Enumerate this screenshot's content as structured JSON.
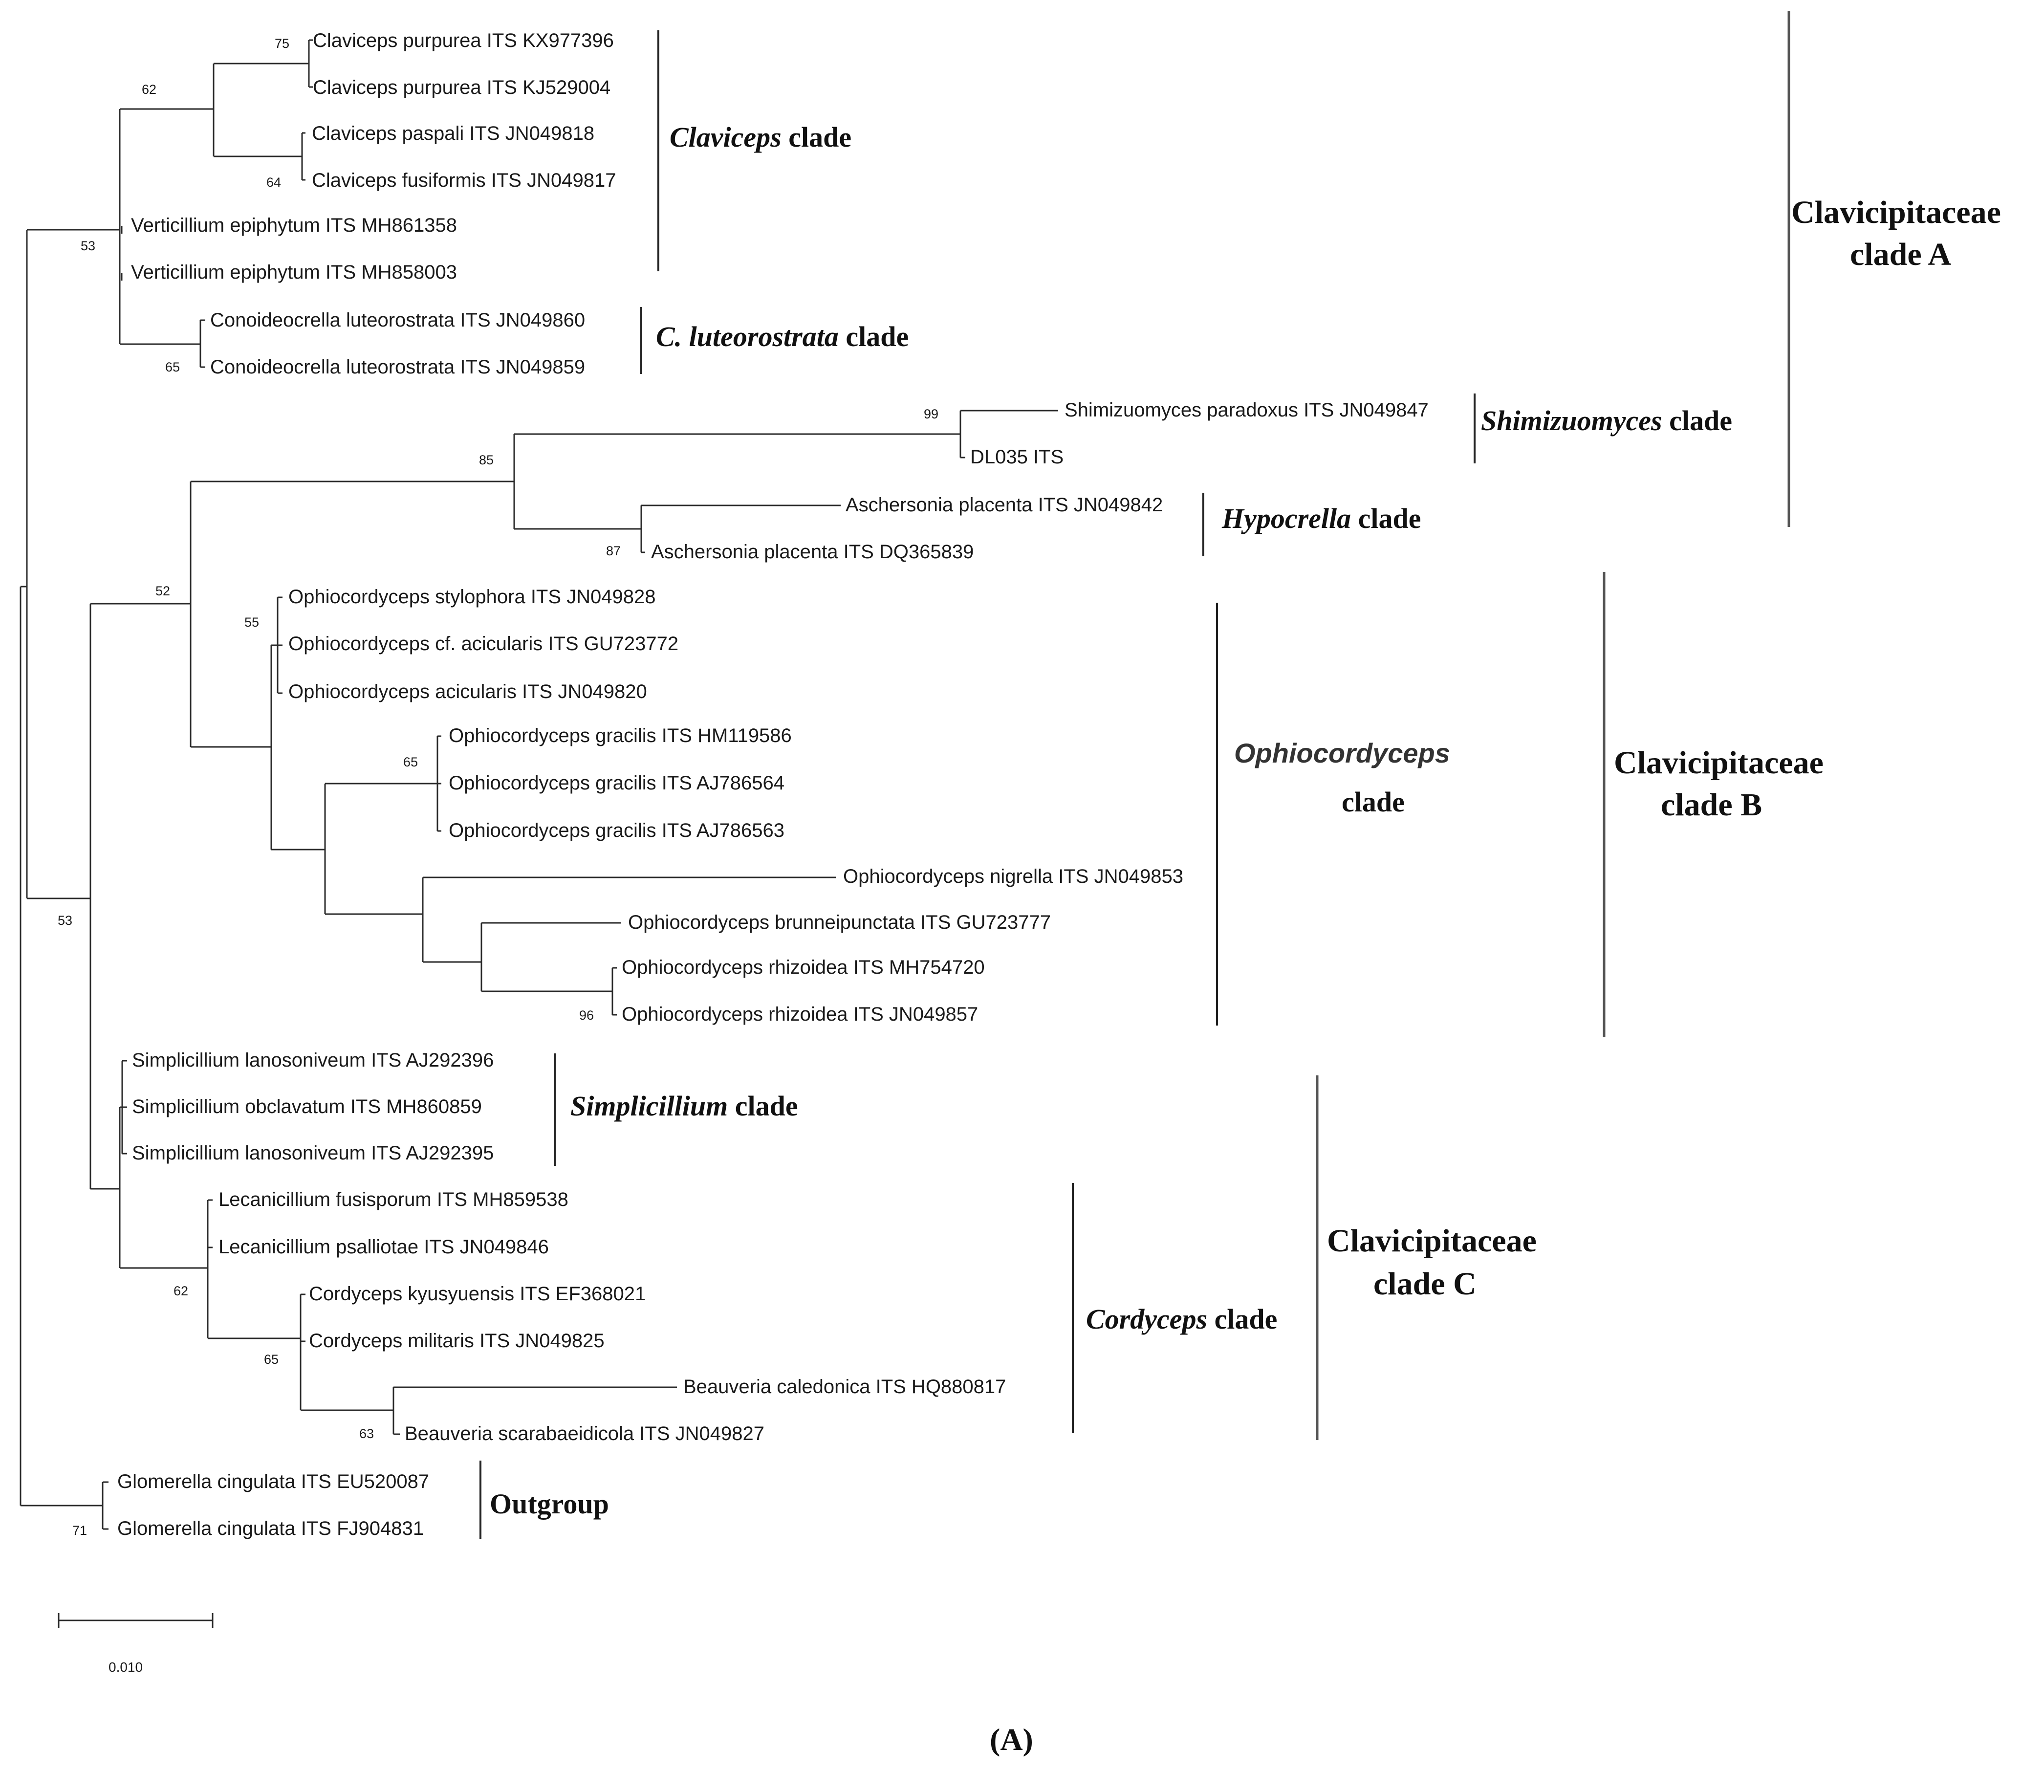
{
  "taxa": [
    "Claviceps purpurea ITS KX977396",
    "Claviceps purpurea ITS KJ529004",
    "Claviceps paspali ITS JN049818",
    "Claviceps fusiformis ITS JN049817",
    "Verticillium epiphytum ITS MH861358",
    "Verticillium epiphytum ITS MH858003",
    "Conoideocrella luteorostrata ITS JN049860",
    "Conoideocrella luteorostrata ITS JN049859",
    "Shimizuomyces paradoxus ITS JN049847",
    "DL035 ITS",
    "Aschersonia placenta ITS JN049842",
    "Aschersonia placenta ITS DQ365839",
    "Ophiocordyceps stylophora ITS JN049828",
    "Ophiocordyceps cf. acicularis ITS GU723772",
    "Ophiocordyceps acicularis ITS JN049820",
    "Ophiocordyceps gracilis ITS HM119586",
    "Ophiocordyceps gracilis ITS AJ786564",
    "Ophiocordyceps gracilis ITS AJ786563",
    "Ophiocordyceps nigrella ITS JN049853",
    "Ophiocordyceps brunneipunctata ITS GU723777",
    "Ophiocordyceps rhizoidea ITS MH754720",
    "Ophiocordyceps rhizoidea ITS JN049857",
    "Simplicillium lanosoniveum ITS AJ292396",
    "Simplicillium obclavatum ITS MH860859",
    "Simplicillium lanosoniveum ITS AJ292395",
    "Lecanicillium fusisporum ITS MH859538",
    "Lecanicillium psalliotae ITS JN049846",
    "Cordyceps kyusyuensis ITS EF368021",
    "Cordyceps militaris ITS JN049825",
    "Beauveria caledonica ITS HQ880817",
    "Beauveria scarabaeidicola ITS JN049827",
    "Glomerella cingulata ITS EU520087",
    "Glomerella cingulata ITS FJ904831"
  ],
  "bootstrap": [
    "75",
    "62",
    "64",
    "53",
    "65",
    "99",
    "85",
    "87",
    "52",
    "55",
    "65",
    "96",
    "53",
    "62",
    "65",
    "63",
    "71"
  ],
  "clades": [
    {
      "italic": "Claviceps",
      "rest": " clade"
    },
    {
      "italic": "C. luteorostrata",
      "rest": " clade"
    },
    {
      "italic": "Shimizuomyces",
      "rest": " clade"
    },
    {
      "italic": "Hypocrella",
      "rest": " clade"
    },
    {
      "italic": "Ophiocordyceps",
      "rest": "clade"
    },
    {
      "italic": "Simplicillium",
      "rest": " clade"
    },
    {
      "italic": "Cordyceps",
      "rest": " clade"
    },
    {
      "italic": "",
      "rest": "Outgroup"
    }
  ],
  "families": [
    {
      "line1": "Clavicipitaceae",
      "line2": "clade A"
    },
    {
      "line1": "Clavicipitaceae",
      "line2": "clade B"
    },
    {
      "line1": "Clavicipitaceae",
      "line2": "clade C"
    }
  ],
  "scale_label": "0.010",
  "panel_label": "(A)",
  "colors": {
    "line": "#2a2a2a",
    "text": "#1a1a1a",
    "family_bar": "#555555"
  }
}
